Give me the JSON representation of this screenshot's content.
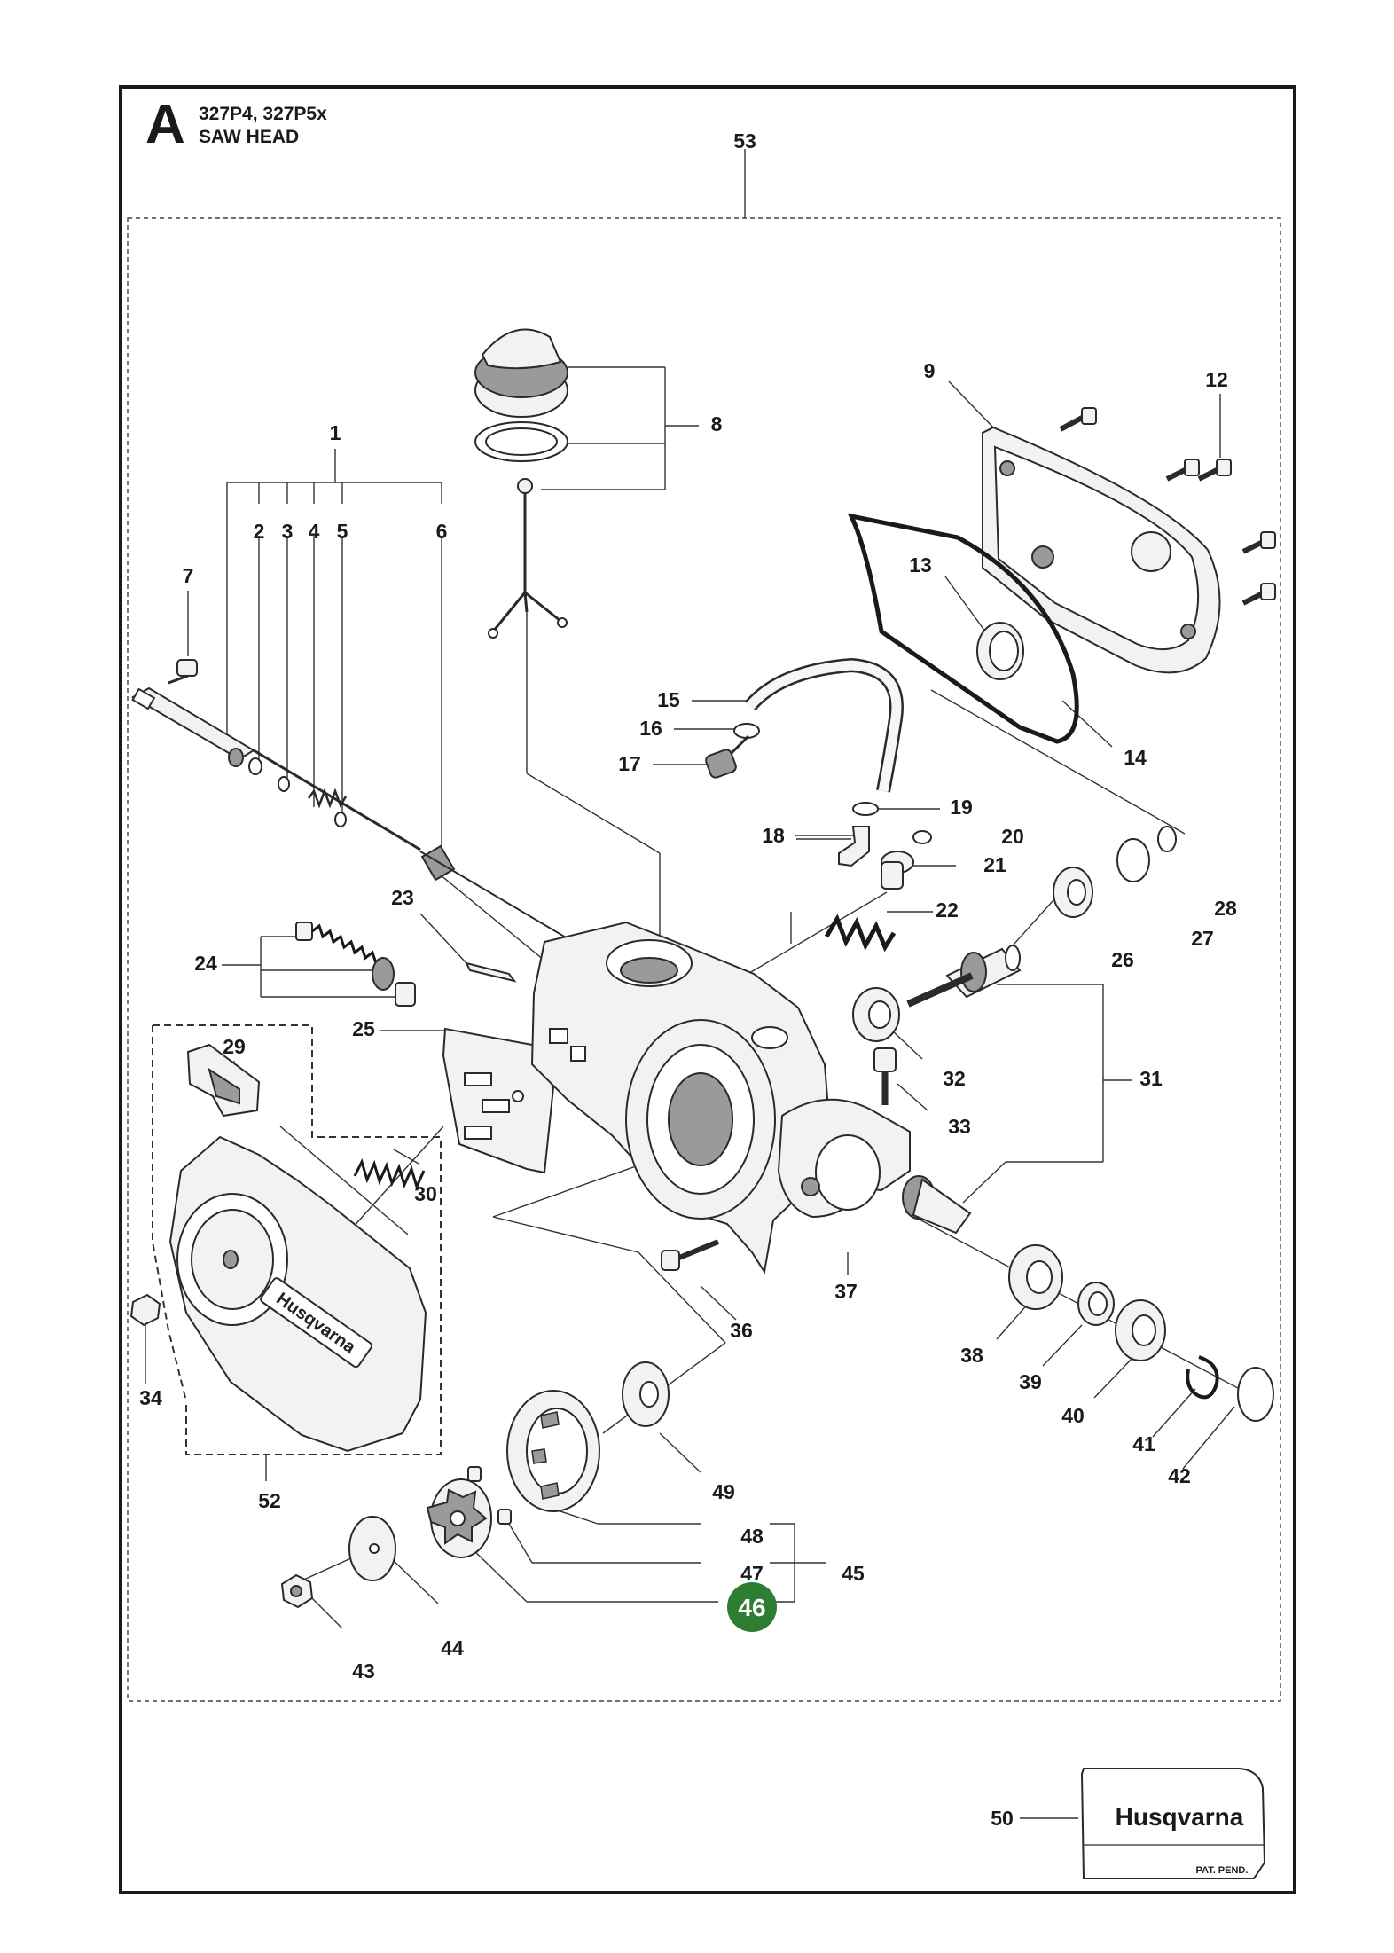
{
  "header": {
    "section_letter": "A",
    "models": "327P4, 327P5x",
    "title": "SAW HEAD"
  },
  "highlight": {
    "label": "46",
    "color": "#2e7d32"
  },
  "sticker": {
    "brand": "Husqvarna",
    "note": "PAT. PEND."
  },
  "cover_brand": "Husqvarna",
  "labels": {
    "l1": "1",
    "l2": "2",
    "l3": "3",
    "l4": "4",
    "l5": "5",
    "l6": "6",
    "l7": "7",
    "l8": "8",
    "l9": "9",
    "l12": "12",
    "l13": "13",
    "l14": "14",
    "l15": "15",
    "l16": "16",
    "l17": "17",
    "l18": "18",
    "l19": "19",
    "l20": "20",
    "l21": "21",
    "l22": "22",
    "l23": "23",
    "l24": "24",
    "l25": "25",
    "l26": "26",
    "l27": "27",
    "l28": "28",
    "l29": "29",
    "l30": "30",
    "l31": "31",
    "l32": "32",
    "l33": "33",
    "l34": "34",
    "l36": "36",
    "l37": "37",
    "l38": "38",
    "l39": "39",
    "l40": "40",
    "l41": "41",
    "l42": "42",
    "l43": "43",
    "l44": "44",
    "l45": "45",
    "l47": "47",
    "l48": "48",
    "l49": "49",
    "l50": "50",
    "l52": "52",
    "l53": "53"
  }
}
